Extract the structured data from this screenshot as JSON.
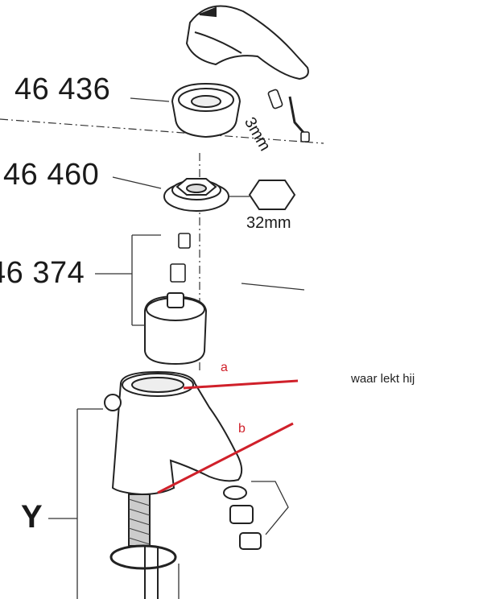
{
  "parts": {
    "p1": "46 436",
    "p2": "46 460",
    "p3": "46 374"
  },
  "tools": {
    "hex_key": "3mm",
    "nut_size": "32mm"
  },
  "assembly_label": "Y",
  "annotation": {
    "question": "waar lekt hij",
    "mark_a": "a",
    "mark_b": "b",
    "line_color": "#d0202a"
  }
}
